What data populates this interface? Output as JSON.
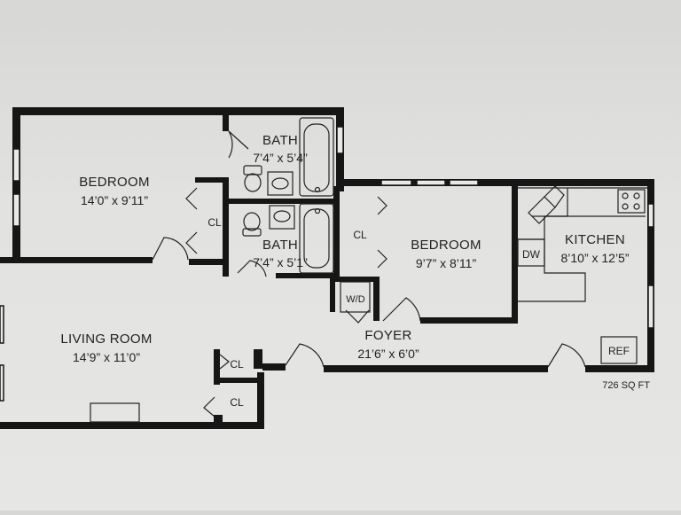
{
  "rooms": {
    "bedroom1": {
      "name": "BEDROOM",
      "dims": "14’0” x 9’11”"
    },
    "bath1": {
      "name": "BATH",
      "dims": "7’4” x 5’4”"
    },
    "bath2": {
      "name": "BATH",
      "dims": "7’4” x 5’1”"
    },
    "bedroom2": {
      "name": "BEDROOM",
      "dims": "9’7” x 8’11”"
    },
    "kitchen": {
      "name": "KITCHEN",
      "dims": "8’10” x 12’5”"
    },
    "living": {
      "name": "LIVING ROOM",
      "dims": "14’9” x 11’0”"
    },
    "foyer": {
      "name": "FOYER",
      "dims": "21’6” x 6’0”"
    }
  },
  "closets": {
    "cl_bed1": "CL",
    "cl_bed2": "CL",
    "cl_living_top": "CL",
    "cl_living_bottom": "CL"
  },
  "fixtures": {
    "washer_dryer": "W/D",
    "dishwasher": "DW",
    "refrigerator": "REF"
  },
  "area": "726 SQ FT"
}
